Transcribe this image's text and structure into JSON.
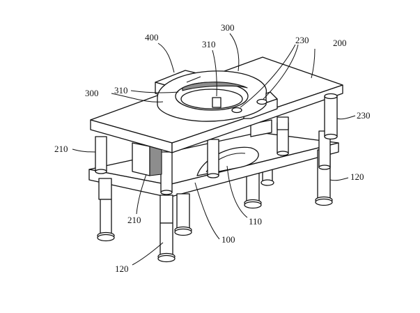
{
  "figure": {
    "labels": {
      "l400": "400",
      "l300_top": "300",
      "l230_top": "230",
      "l200": "200",
      "l310_top": "310",
      "l300_left": "300",
      "l310_left": "310",
      "l230_right": "230",
      "l210_left": "210",
      "l120_right": "120",
      "l210_bottom": "210",
      "l110": "110",
      "l100": "100",
      "l120_left": "120"
    }
  }
}
